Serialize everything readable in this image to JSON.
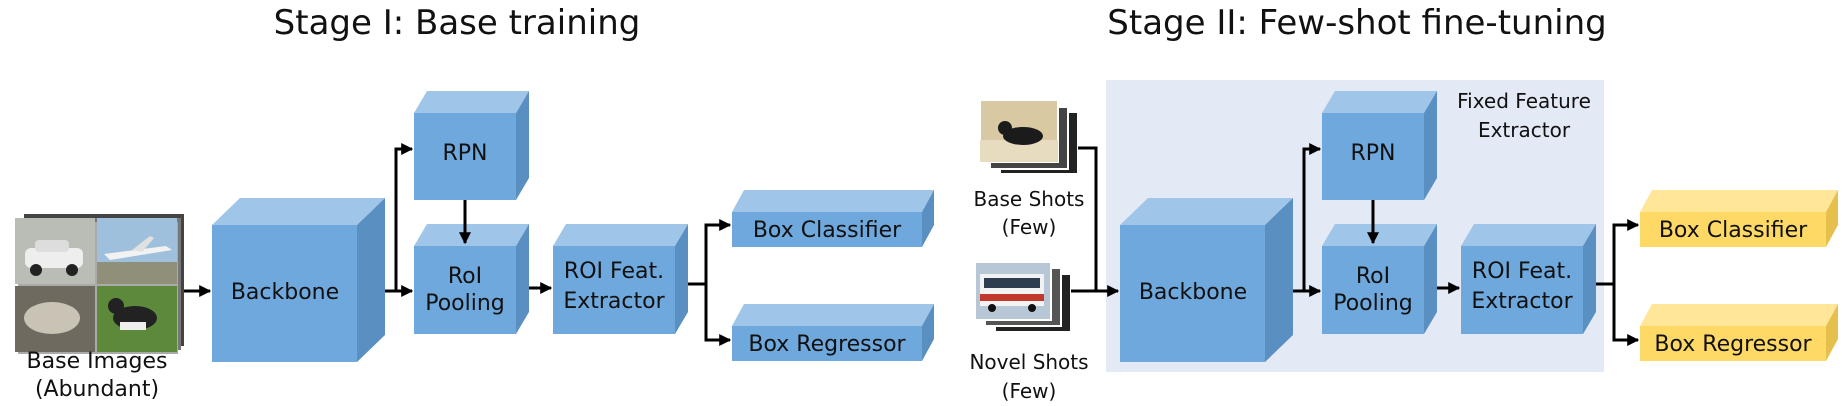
{
  "stage1": {
    "title": "Stage I: Base training",
    "input_label": [
      "Base Images",
      "(Abundant)"
    ],
    "backbone": "Backbone",
    "rpn": "RPN",
    "roi_pooling": [
      "RoI",
      "Pooling"
    ],
    "roi_extractor": [
      "ROI Feat.",
      "Extractor"
    ],
    "box_classifier": "Box Classifier",
    "box_regressor": "Box Regressor"
  },
  "stage2": {
    "title": "Stage II: Few-shot fine-tuning",
    "base_shots": [
      "Base Shots",
      "(Few)"
    ],
    "novel_shots": [
      "Novel Shots",
      "(Few)"
    ],
    "fixed_label": [
      "Fixed Feature",
      "Extractor"
    ],
    "backbone": "Backbone",
    "rpn": "RPN",
    "roi_pooling": [
      "RoI",
      "Pooling"
    ],
    "roi_extractor": [
      "ROI Feat.",
      "Extractor"
    ],
    "box_classifier": "Box Classifier",
    "box_regressor": "Box Regressor"
  },
  "colors": {
    "block_front": "#6fa8dc",
    "block_top": "#9fc5e8",
    "block_side": "#5a8fc2",
    "head_front": "#ffd966",
    "head_top": "#ffe699",
    "head_side": "#e6c04d",
    "fixed_region": "#e3e9f5",
    "arrow": "#000000"
  },
  "icons": {
    "base_images": "image-grid-icon",
    "base_shots": "dog-photo-stack-icon",
    "novel_shots": "bus-photo-stack-icon"
  }
}
